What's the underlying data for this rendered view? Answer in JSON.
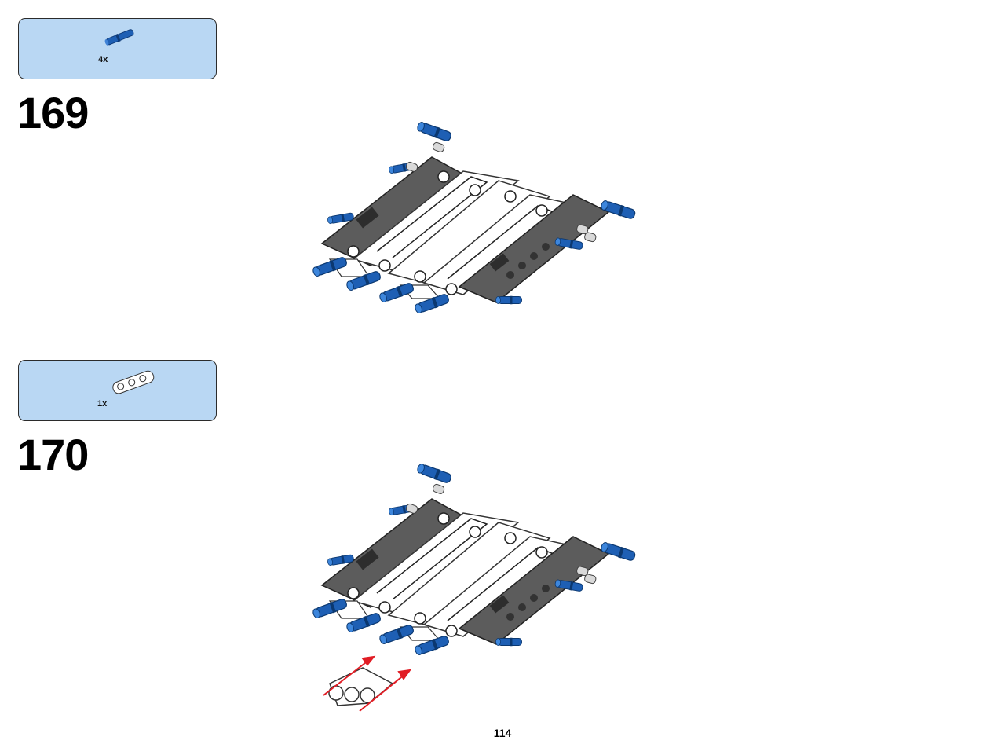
{
  "steps": [
    {
      "number": "169",
      "parts": [
        {
          "quantity": "4x",
          "part": "blue-axle-pin-icon"
        }
      ]
    },
    {
      "number": "170",
      "parts": [
        {
          "quantity": "1x",
          "part": "white-3-hole-beam-icon"
        }
      ]
    }
  ],
  "page_number": "114",
  "colors": {
    "parts_box_bg": "#b9d7f3",
    "pin_blue": "#1e5fb4",
    "beam_grey": "#5c5c5c",
    "panel_white": "#ffffff",
    "arrow_red": "#e11d25"
  }
}
